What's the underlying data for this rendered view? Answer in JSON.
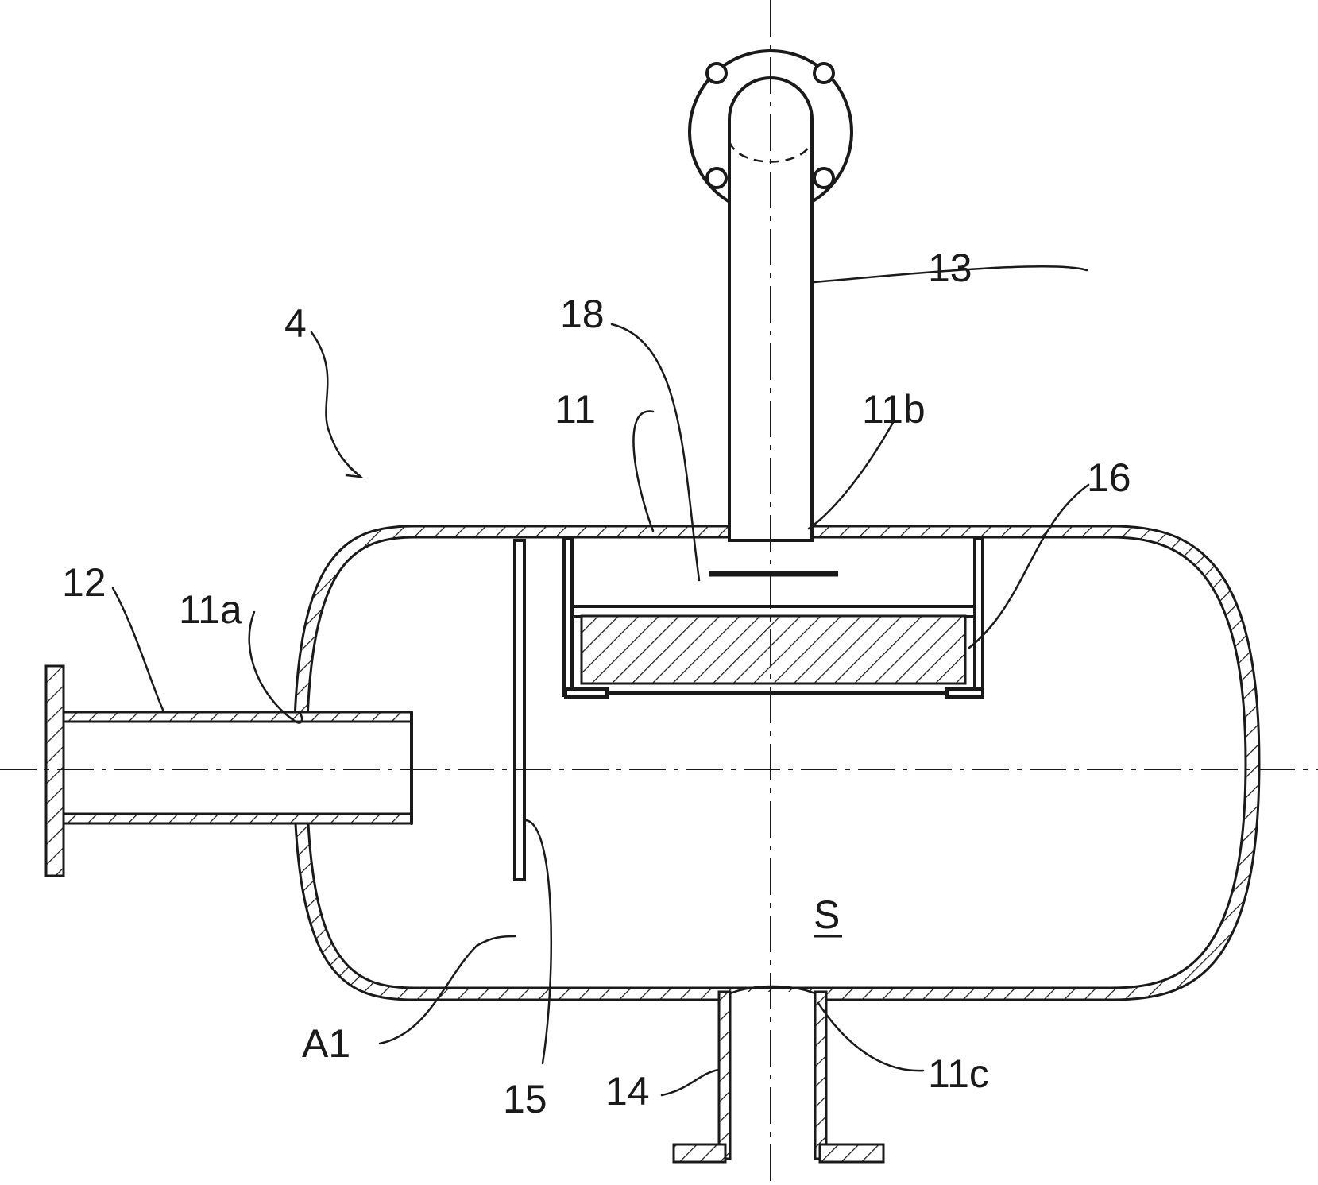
{
  "labels": {
    "device": "4",
    "vessel": "11",
    "inlet_opening": "11a",
    "top_opening": "11b",
    "bottom_opening": "11c",
    "inlet_pipe": "12",
    "outlet_pipe": "13",
    "drain_pipe": "14",
    "baffle": "15",
    "filter": "16",
    "plate": "18",
    "area": "A1",
    "space": "S"
  }
}
